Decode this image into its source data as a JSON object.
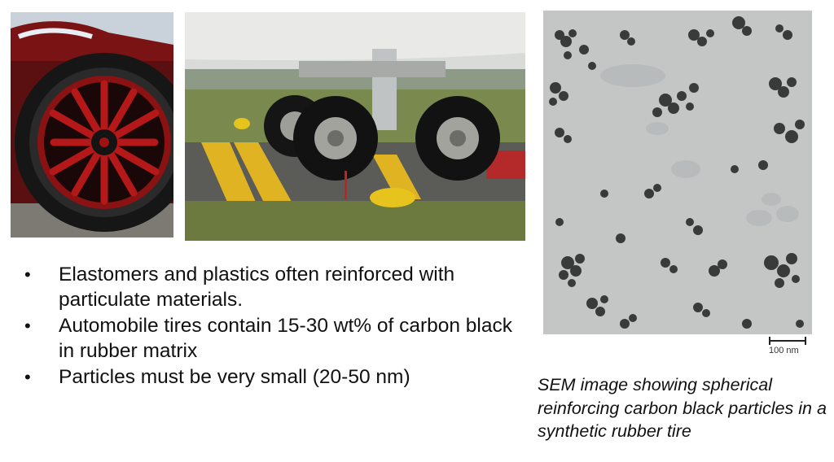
{
  "bullets": [
    "Elastomers and plastics often reinforced with particulate materials.",
    "Automobile tires contain 15-30 wt% of carbon black in rubber matrix",
    "Particles must be very small (20-50 nm)"
  ],
  "bullet_symbol": "•",
  "scale_bar_label": "100 nm",
  "caption": "SEM image showing spherical reinforcing carbon black particles in a synthetic rubber tire"
}
